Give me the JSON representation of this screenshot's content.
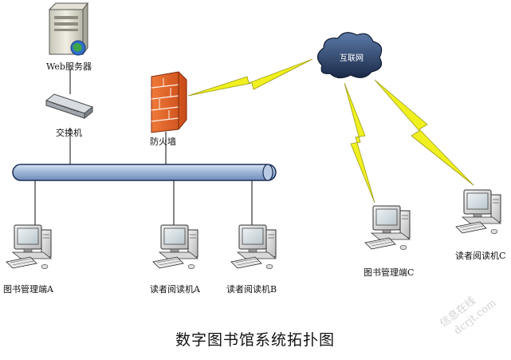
{
  "title": "数字图书馆系统拓扑图",
  "nodes": {
    "web_server": "Web服务器",
    "switch": "交换机",
    "firewall": "防火墙",
    "internet": "互联网",
    "mgmt_a": "图书管理端A",
    "reader_a": "读者阅读机A",
    "reader_b": "读者阅读机B",
    "mgmt_c": "图书管理端C",
    "reader_c": "读者阅读机C"
  },
  "watermark": {
    "line1": "信息在线",
    "line2": "dcrjt.com"
  },
  "colors": {
    "bus": "#9ab3d6",
    "bus_stroke": "#1c2f55",
    "lightning": "#f0f020",
    "cloud": "#2a3d63",
    "firewall": "#e0602a"
  }
}
